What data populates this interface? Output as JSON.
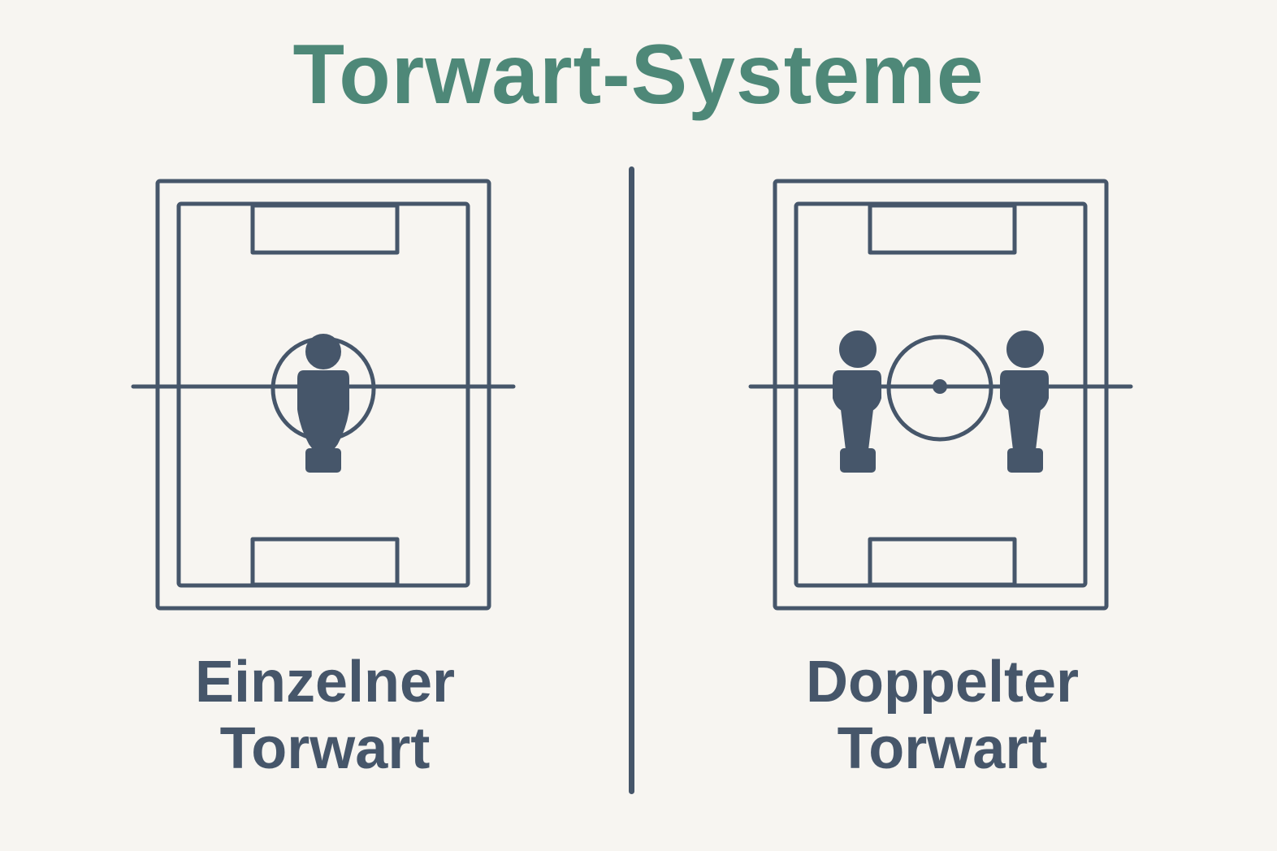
{
  "title": "Torwart-Systeme",
  "colors": {
    "title": "#4e8878",
    "ink": "#46566a",
    "background": "#f7f5f1"
  },
  "panels": [
    {
      "caption_line1": "Einzelner",
      "caption_line2": "Torwart",
      "icons": [
        "foosball-field-icon",
        "goalkeeper-figure-icon"
      ]
    },
    {
      "caption_line1": "Doppelter",
      "caption_line2": "Torwart",
      "icons": [
        "foosball-field-icon",
        "goalkeeper-figure-icon",
        "goalkeeper-figure-icon"
      ]
    }
  ]
}
